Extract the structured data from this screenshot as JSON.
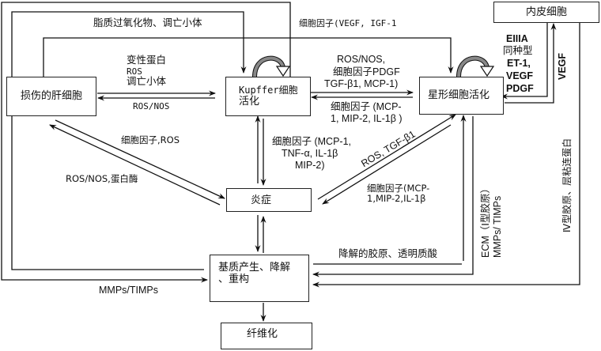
{
  "nodes": {
    "hepatocyte": "损伤的肝细胞",
    "kupffer_line1": "Kupffer细胞",
    "kupffer_line2": "活化",
    "stellate": "星形细胞活化",
    "endothelial": "内皮细胞",
    "inflammation": "炎症",
    "matrix_line1": "基质产生、降解",
    "matrix_line2": "、重构",
    "fibrosis": "纤维化"
  },
  "edges": {
    "lipid_peroxide": "脂质过氧化物、调亡小体",
    "cytokine_vegf_igf": "细胞因子(VEGF, IGF-1",
    "hep_to_kup_1": "变性蛋白",
    "hep_to_kup_2": "ROS",
    "hep_to_kup_3": "调亡小体",
    "kup_to_hep": "ROS/NOS",
    "kup_to_stel_1": "ROS/NOS,",
    "kup_to_stel_2": "细胞因子PDGF",
    "kup_to_stel_3": "TGF-β1, MCP-1)",
    "stel_to_kup_1": "细胞因子  (MCP-",
    "stel_to_kup_2": "1, MIP-2, IL-1β )",
    "endo_to_stel_1": "EIIIA",
    "endo_to_stel_2": "同种型",
    "endo_to_stel_3": "ET-1,",
    "endo_to_stel_4": "VEGF",
    "endo_to_stel_5": "PDGF",
    "stel_to_endo": "VEGF",
    "hep_to_inf": "细胞因子,ROS",
    "inf_to_hep": "ROS/NOS,蛋白酶",
    "kup_to_inf_1": "细胞因子 (MCP-1,",
    "kup_to_inf_2": "TNF-α, IL-1β",
    "kup_to_inf_3": "MIP-2)",
    "inf_to_stel": "ROS, TGF-β1",
    "stel_to_inf_1": "细胞因子(MCP-",
    "stel_to_inf_2": "1,MIP-2,IL-1β",
    "degraded_collagen": "降解的胶原、透明质酸",
    "ecm_1": "ECM（Ⅰ型胶原）",
    "ecm_2": "MMPs/ TIMPs",
    "type4_collagen": "Ⅳ型胶原、层粘连蛋白",
    "mmps_timps": "MMPs/TIMPs"
  }
}
